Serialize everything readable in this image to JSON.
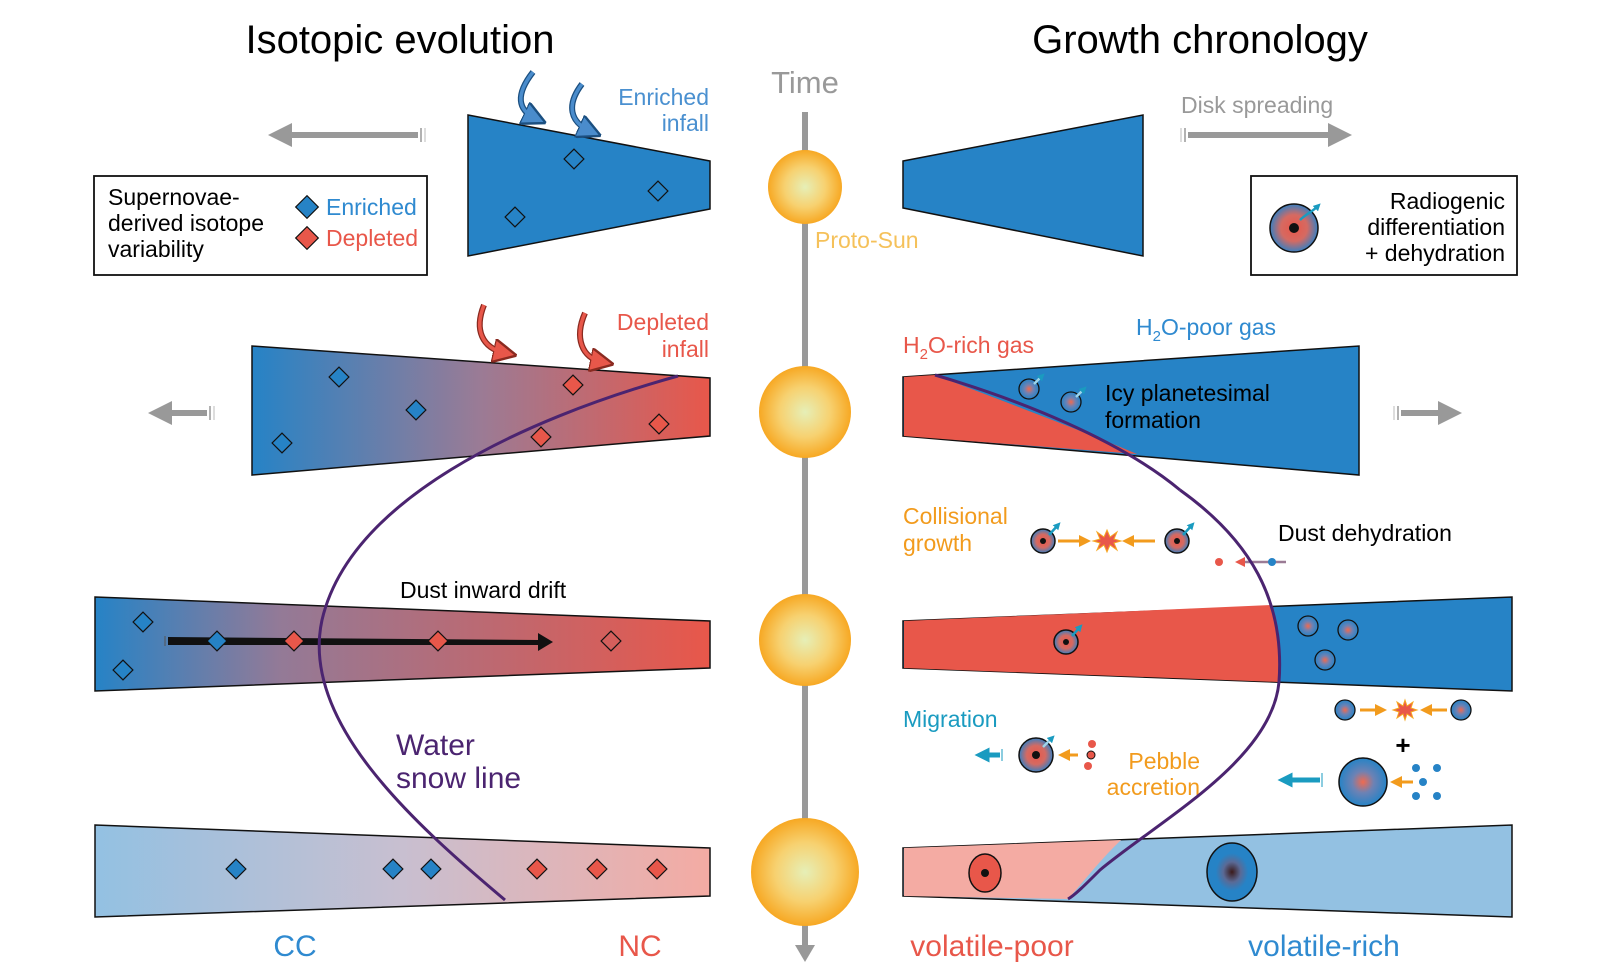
{
  "titles": {
    "left": "Isotopic evolution",
    "right": "Growth chronology"
  },
  "timeline": {
    "label": "Time",
    "sun_label": "Proto-Sun"
  },
  "left": {
    "row1": {
      "infall_line1": "Enriched",
      "infall_line2": "infall"
    },
    "legend": {
      "line1": "Supernovae-",
      "line2": "derived isotope",
      "line3": "variability",
      "enriched": "Enriched",
      "depleted": "Depleted"
    },
    "row2": {
      "infall_line1": "Depleted",
      "infall_line2": "infall"
    },
    "row3": {
      "drift_label": "Dust inward drift"
    },
    "snowline": {
      "line1": "Water",
      "line2": "snow line"
    },
    "bottom": {
      "cc": "CC",
      "nc": "NC"
    }
  },
  "right": {
    "row1": {
      "spreading": "Disk spreading"
    },
    "legend": {
      "line1": "Radiogenic",
      "line2": "differentiation",
      "line3": "+ dehydration"
    },
    "row2": {
      "rich_gas_pre": "H",
      "rich_gas_sub": "2",
      "rich_gas_post": "O-rich gas",
      "poor_gas_pre": "H",
      "poor_gas_sub": "2",
      "poor_gas_post": "O-poor gas",
      "icy_line1": "Icy planetesimal",
      "icy_line2": "formation"
    },
    "row25": {
      "coll_line1": "Collisional",
      "coll_line2": "growth",
      "dehydration": "Dust dehydration"
    },
    "row35": {
      "migration": "Migration",
      "pebble_line1": "Pebble",
      "pebble_line2": "accretion",
      "plus": "+"
    },
    "bottom": {
      "volatile_poor": "volatile-poor",
      "volatile_rich": "volatile-rich"
    }
  },
  "colors": {
    "enriched_blue": "#2683c6",
    "depleted_red": "#e8574a",
    "light_blue": "#93c1e2",
    "light_red": "#f4aba3",
    "snowline_purple": "#4b2470",
    "sun_orange": "#f7a823",
    "timeline_grey": "#999999",
    "pebble_orange": "#f29b1d",
    "migration_teal": "#1a9bc0"
  }
}
